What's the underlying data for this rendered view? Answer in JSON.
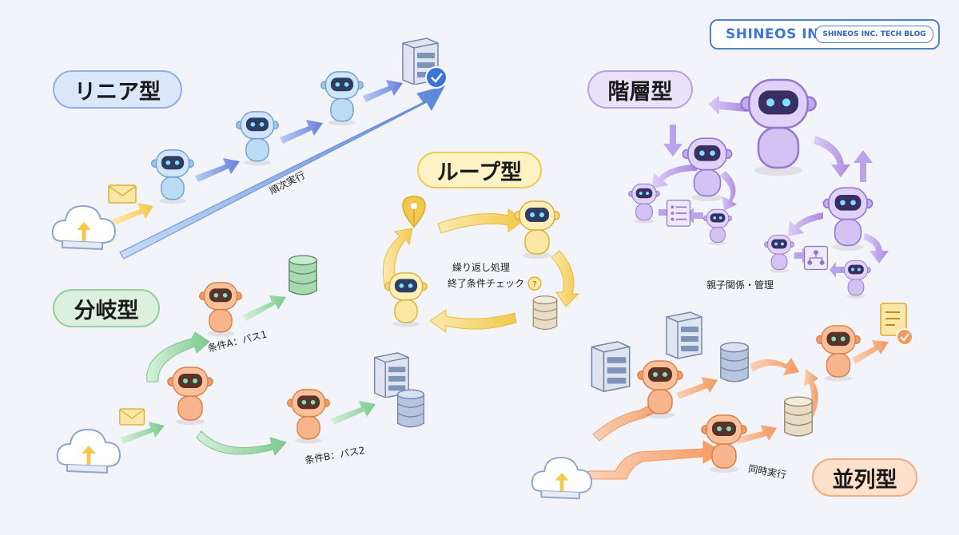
{
  "brand": {
    "logo_text": "SHINEOS IN",
    "badge_text": "SHINEOS INC. TECH BLOG"
  },
  "sections": {
    "linear": {
      "title": "リニア型",
      "label": "順次実行",
      "color": "#6c9de0"
    },
    "branch": {
      "title": "分岐型",
      "label_a": "条件A：パス1",
      "label_b": "条件B：パス2",
      "color": "#79c48c"
    },
    "loop": {
      "title": "ループ型",
      "label_line1": "繰り返し処理",
      "label_line2": "終了条件チェック",
      "color": "#f0c83a"
    },
    "hierarchy": {
      "title": "階層型",
      "label": "親子関係・管理",
      "color": "#a98be0"
    },
    "parallel": {
      "title": "並列型",
      "label": "同時実行",
      "color": "#f4a26b"
    }
  },
  "icons": {
    "robot": "robot-icon",
    "cloud": "cloud-upload-icon",
    "mail": "mail-icon",
    "server": "server-icon",
    "database": "database-icon",
    "checklist": "checklist-icon",
    "org_chart": "org-chart-icon",
    "location_pin": "location-pin-icon",
    "question": "question-icon",
    "check": "check-badge-icon"
  }
}
